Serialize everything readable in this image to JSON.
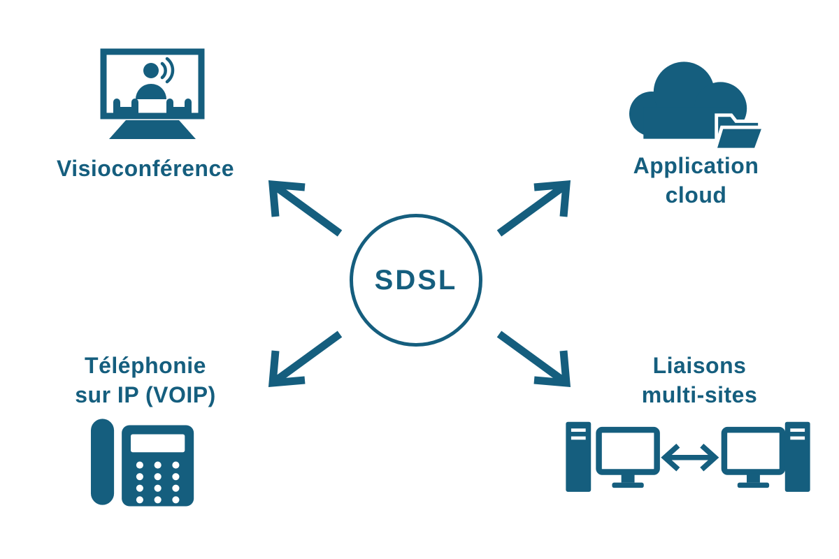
{
  "colors": {
    "accent": "#155E7E",
    "background": "#FFFFFF"
  },
  "center": {
    "label": "SDSL"
  },
  "nodes": {
    "visio": {
      "label": "Visioconférence",
      "icon": "videoconference-icon"
    },
    "cloud": {
      "line1": "Application",
      "line2": "cloud",
      "icon": "cloud-folder-icon"
    },
    "voip": {
      "line1": "Téléphonie",
      "line2": "sur IP (VOIP)",
      "icon": "voip-phone-icon"
    },
    "multisite": {
      "line1": "Liaisons",
      "line2": "multi-sites",
      "icon": "multisite-computers-icon"
    }
  },
  "arrows": {
    "up_left": "arrow-up-left-icon",
    "up_right": "arrow-up-right-icon",
    "down_left": "arrow-down-left-icon",
    "down_right": "arrow-down-right-icon"
  }
}
